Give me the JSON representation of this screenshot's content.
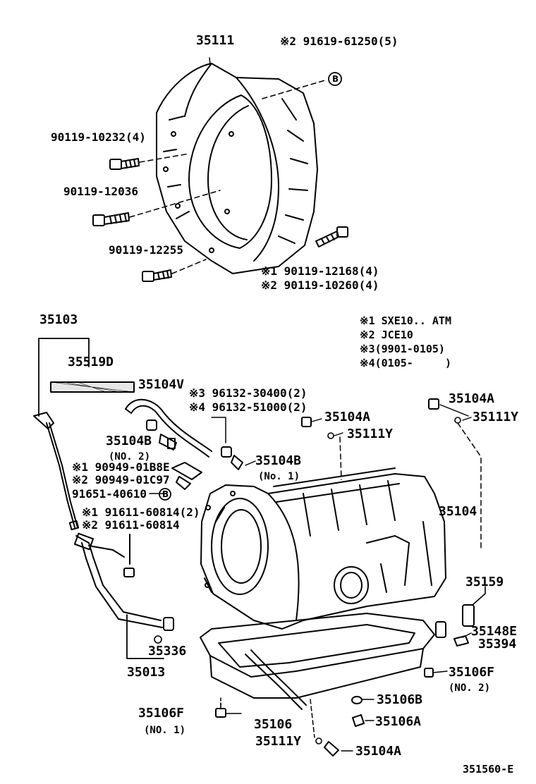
{
  "diagram": {
    "catalog_code": "351560-E",
    "legend": [
      "※1 SXE10.. ATM",
      "※2 JCE10",
      "※3(9901-0105)",
      "※4(0105-     )"
    ],
    "parts": {
      "p35111": "35111",
      "p91619": "※2 91619-61250(5)",
      "p90119_10232": "90119-10232(4)",
      "p90119_12036": "90119-12036",
      "p90119_12255": "90119-12255",
      "p90119_12168": "※1 90119-12168(4)",
      "p90119_10260": "※2 90119-10260(4)",
      "p35103": "35103",
      "p35519d": "35519D",
      "p35104v": "35104V",
      "p96132_30400": "※3 96132-30400(2)",
      "p96132_51000": "※4 96132-51000(2)",
      "p35104a_1": "35104A",
      "p35104a_2": "35104A",
      "p35111y_1": "35111Y",
      "p35111y_2": "35111Y",
      "p35104b_no2": "35104B",
      "p35104b_no2_sub": "(NO. 2)",
      "p35104b_no1": "35104B",
      "p35104b_no1_sub": "(No. 1)",
      "p90949_01b8": "※1 90949-01B8E",
      "p90949_01c9": "※2 90949-01C97",
      "p91651": "91651-40610",
      "p91611_a": "※1 91611-60814(2)",
      "p91611_b": "※2 91611-60814",
      "p35104": "35104",
      "p35159": "35159",
      "p35148e": "35148E",
      "p35394": "35394",
      "p35106f_no2": "35106F",
      "p35106f_no2_sub": "(NO. 2)",
      "p35336": "35336",
      "p35013": "35013",
      "p35106b": "35106B",
      "p35106a": "35106A",
      "p35106f_no1": "35106F",
      "p35106f_no1_sub": "(NO. 1)",
      "p35106": "35106",
      "p35111y_3": "35111Y",
      "p35104a_3": "35104A",
      "ref_b": "B"
    }
  }
}
